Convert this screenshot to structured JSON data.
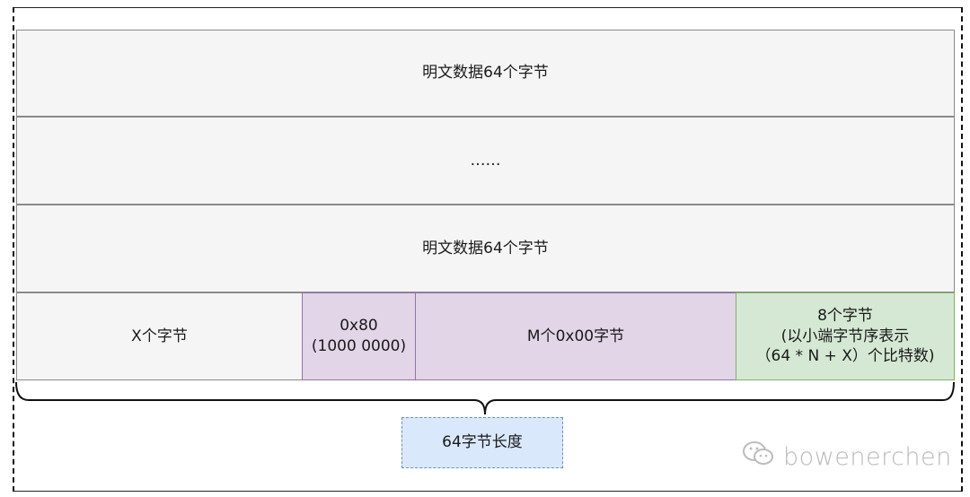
{
  "diagram": {
    "rows": {
      "block1": "明文数据64个字节",
      "ellipsis": "……",
      "block2": "明文数据64个字节"
    },
    "last_block": {
      "x_bytes": "X个字节",
      "pad_line1": "0x80",
      "pad_line2": "(1000 0000)",
      "zeros": "M个0x00字节",
      "len_line1": "8个字节",
      "len_line2": "(以小端字节序表示",
      "len_line3": "（64 * N + X）个比特数)"
    },
    "length_label": "64字节长度"
  },
  "watermark": {
    "text": "bowenerchen",
    "icon": "wechat-icon"
  },
  "colors": {
    "gray_fill": "#f5f5f5",
    "purple_fill": "#e1d5e7",
    "green_fill": "#d5e8d4",
    "blue_fill": "#dae8fc"
  }
}
